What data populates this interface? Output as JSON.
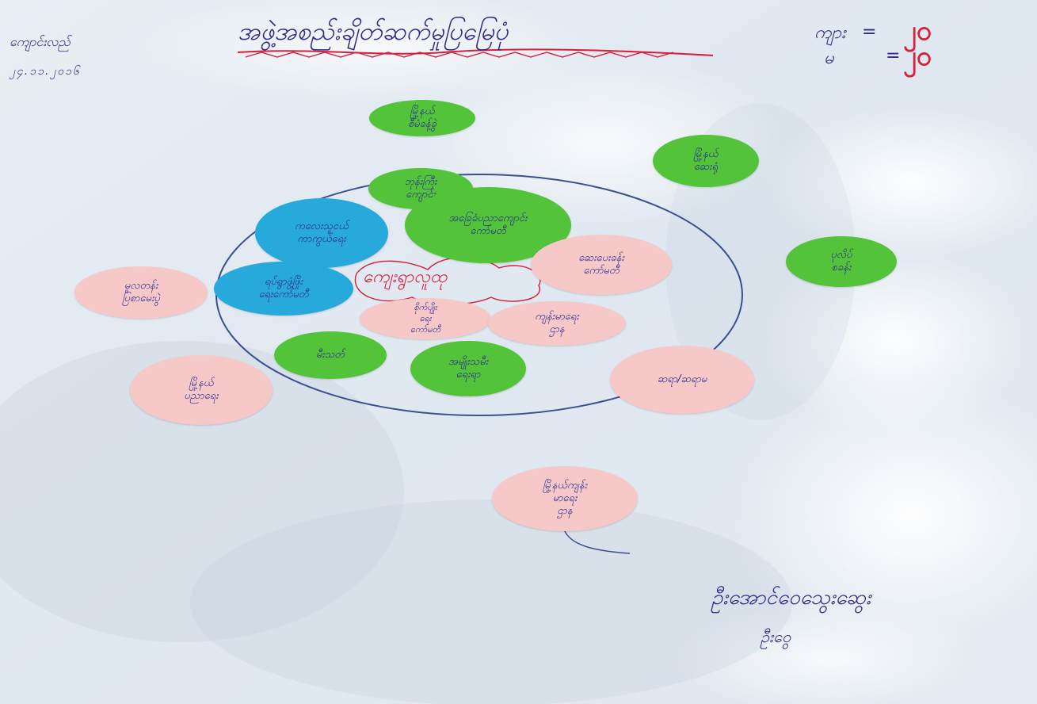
{
  "header": {
    "title": "အဖွဲ့အစည်းချိတ်ဆက်မှုပြမြေပုံ",
    "place_label": "ကျောင်းလည်",
    "date": "၂၄.၁၁.၂၀၁၆",
    "male_label": "ကျား",
    "male_count": "၂၀",
    "female_label": "မ",
    "female_count": "၂၀"
  },
  "center_label": "ကျေးရွာလူထု",
  "stickers": [
    {
      "id": "top-green",
      "color": "green",
      "text": [
        "မြို့နယ်",
        "စီမံခန့်ခွဲ"
      ]
    },
    {
      "id": "topright-green",
      "color": "green",
      "text": [
        "မြို့နယ်",
        "ဆေးရုံ"
      ]
    },
    {
      "id": "inner-top-green",
      "color": "green",
      "text": [
        "ဘုန်းကြီး",
        "ကျောင်း"
      ]
    },
    {
      "id": "inner-big-green",
      "color": "green",
      "text": [
        "အခြေခံပညာကျောင်း",
        "ကော်မတီ"
      ]
    },
    {
      "id": "blue-top",
      "color": "blue",
      "text": [
        "ကလေးသူငယ်",
        "ကာကွယ်ရေး"
      ]
    },
    {
      "id": "blue-left",
      "color": "blue",
      "text": [
        "ရပ်ရွာဖွံ့ဖြိုး",
        "ရေးကော်မတီ"
      ]
    },
    {
      "id": "right-green",
      "color": "green",
      "text": [
        "ပုလိပ်",
        "စခန်း"
      ]
    },
    {
      "id": "pink-right-inner",
      "color": "pink",
      "text": [
        "ဆေးပေးခန်း",
        "ကော်မတီ"
      ]
    },
    {
      "id": "pink-left-outer",
      "color": "pink",
      "text": [
        "မူလတန်း",
        "ပြစာမေးပွဲ"
      ]
    },
    {
      "id": "pink-center-left",
      "color": "pink",
      "text": [
        "စိုက်ပျိုး",
        "ရေး",
        "ကော်မတီ"
      ]
    },
    {
      "id": "pink-center-right",
      "color": "pink",
      "text": [
        "ကျန်းမာရေး",
        "ဌာန"
      ]
    },
    {
      "id": "green-bottom-left",
      "color": "green",
      "text": [
        "မီးသတ်"
      ]
    },
    {
      "id": "green-bottom-center",
      "color": "green",
      "text": [
        "အမျိုးသမီး",
        "ရေးရာ"
      ]
    },
    {
      "id": "pink-bottom-left",
      "color": "pink",
      "text": [
        "မြို့နယ်",
        "ပညာရေး"
      ]
    },
    {
      "id": "pink-bottom-right",
      "color": "pink",
      "text": [
        "ဆရာ/ဆရာမ"
      ]
    },
    {
      "id": "pink-lower",
      "color": "pink",
      "text": [
        "မြို့နယ်ကျန်း",
        "မာရေး",
        "ဌာန"
      ]
    }
  ],
  "signature": {
    "name": "ဦးအောင်ဝေသွေးဆွေး",
    "name2": "ဦးဝွေ"
  },
  "colors": {
    "green": "#53c43a",
    "blue": "#27a9dc",
    "pink": "#f6c9c8",
    "ink_blue": "#2f2a86",
    "ink_red": "#d61f3a"
  }
}
